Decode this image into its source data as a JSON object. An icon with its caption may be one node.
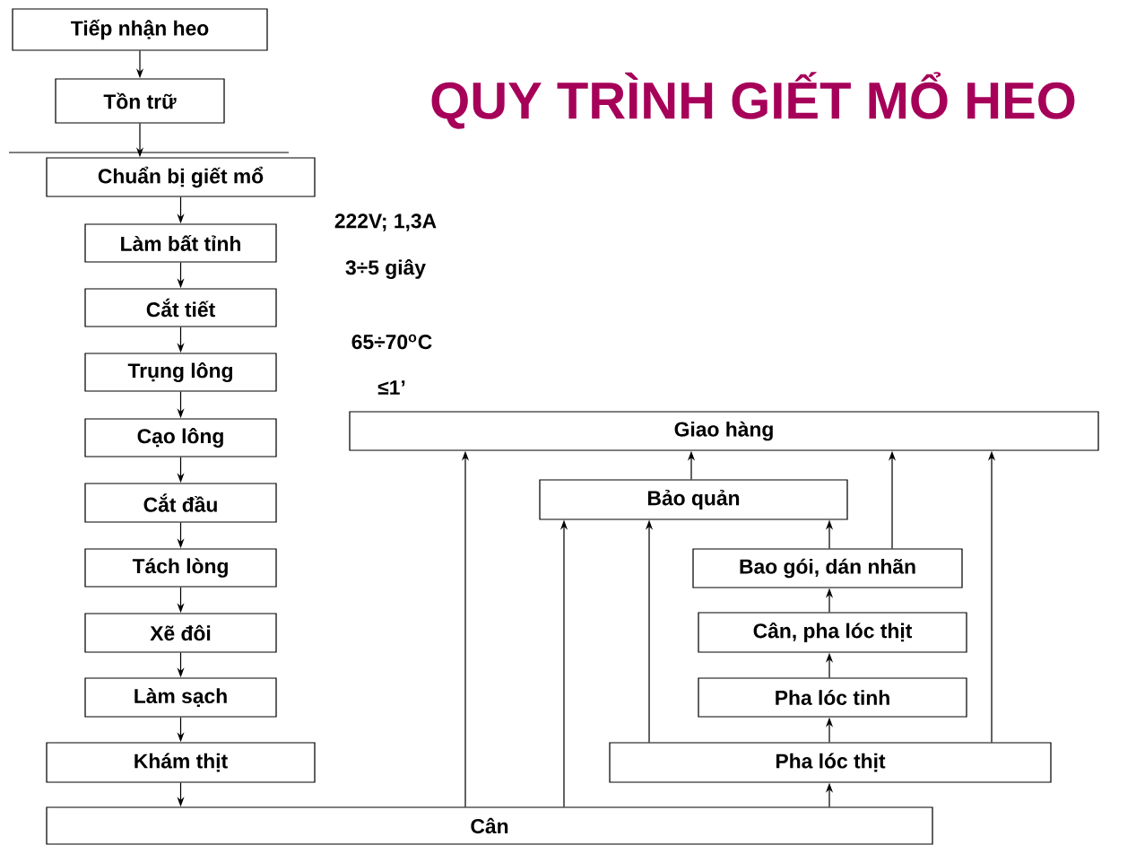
{
  "diagram": {
    "title": "QUY TRÌNH GIẾT MỔ HEO",
    "nodes": [
      {
        "text": [
          "Tiếp nhận heo"
        ]
      },
      {
        "text": [
          "Tồn trữ"
        ]
      },
      {
        "text": [
          "Chuẩn bị giết mổ"
        ]
      },
      {
        "text": [
          "Làm bất tỉnh"
        ]
      },
      {
        "text": [
          "Cắt tiết"
        ]
      },
      {
        "text": [
          "Trụng lông"
        ]
      },
      {
        "text": [
          "Cạo lông"
        ]
      },
      {
        "text": [
          "Cắt đầu"
        ]
      },
      {
        "text": [
          "Tách lòng"
        ]
      },
      {
        "text": [
          "Xẽ đôi"
        ]
      },
      {
        "text": [
          "Làm sạch"
        ]
      },
      {
        "text": [
          "Khám thịt"
        ]
      },
      {
        "text": [
          "Cân"
        ]
      },
      {
        "text": [
          "Giao hàng"
        ]
      },
      {
        "text": [
          "Bảo quản"
        ]
      },
      {
        "text": [
          "Bao gói, dán nhãn"
        ]
      },
      {
        "text": [
          "Cân, pha lóc thịt"
        ]
      },
      {
        "text": [
          "Pha lóc tinh"
        ]
      },
      {
        "text": [
          "Pha lóc thịt"
        ]
      }
    ],
    "edges": [
      {
        "from": 0,
        "to": 1,
        "arrow": "to"
      },
      {
        "from": 1,
        "to": 2,
        "arrow": "to"
      },
      {
        "from": 2,
        "to": 3,
        "arrow": "to"
      },
      {
        "from": 3,
        "to": 4,
        "arrow": "to"
      },
      {
        "from": 4,
        "to": 5,
        "arrow": "to"
      },
      {
        "from": 5,
        "to": 6,
        "arrow": "to"
      },
      {
        "from": 6,
        "to": 7,
        "arrow": "to"
      },
      {
        "from": 7,
        "to": 8,
        "arrow": "to"
      },
      {
        "from": 8,
        "to": 9,
        "arrow": "to"
      },
      {
        "from": 9,
        "to": 10,
        "arrow": "to"
      },
      {
        "from": 10,
        "to": 11,
        "arrow": "to"
      },
      {
        "from": 11,
        "to": 12,
        "arrow": "to"
      },
      {
        "from": 12,
        "to": 13,
        "arrow": "to"
      },
      {
        "from": 12,
        "to": 14,
        "arrow": "to"
      },
      {
        "from": 12,
        "to": 18,
        "arrow": "to"
      },
      {
        "from": 18,
        "to": 14,
        "arrow": "to"
      },
      {
        "from": 18,
        "to": 17,
        "arrow": "to"
      },
      {
        "from": 17,
        "to": 16,
        "arrow": "to"
      },
      {
        "from": 16,
        "to": 15,
        "arrow": "to"
      },
      {
        "from": 15,
        "to": 14,
        "arrow": "to"
      },
      {
        "from": 15,
        "to": 13,
        "arrow": "to"
      },
      {
        "from": 14,
        "to": 13,
        "arrow": "to"
      },
      {
        "from": 18,
        "to": 13,
        "arrow": "to"
      }
    ],
    "labels": [
      "222V; 1,3A",
      "3÷5 giây",
      "65÷70$^{o}$C",
      "≤1’"
    ]
  }
}
